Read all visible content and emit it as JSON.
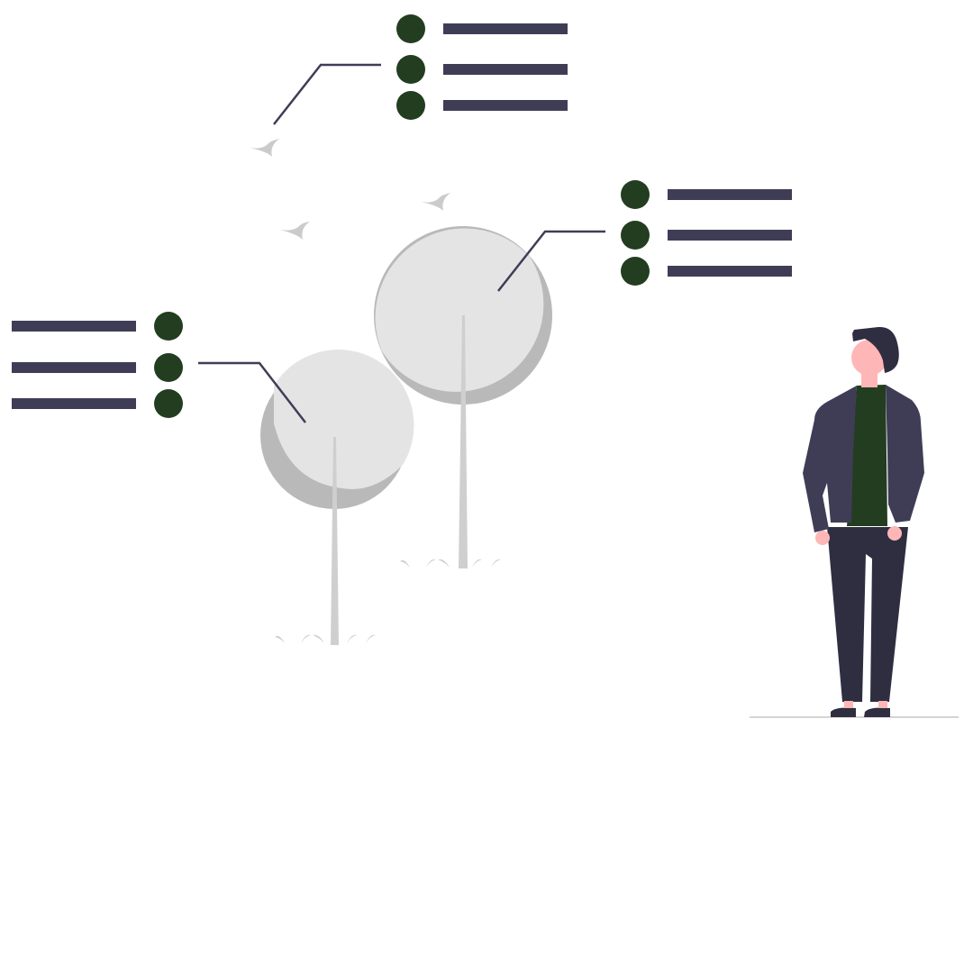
{
  "illustration": {
    "subject": "person-looking-at-trees-with-list-callouts",
    "colors": {
      "background": "#ffffff",
      "bullet": "#233d20",
      "list_bar": "#3f3d56",
      "leader_line": "#3f3d56",
      "tree_canopy": "#e4e4e4",
      "tree_shadow": "#b9b9b9",
      "tree_trunk": "#cfcfcf",
      "grass": "#cfcfcf",
      "bird": "#cbcbcb",
      "ground": "#d4d4d4",
      "skin": "#ffb6b6",
      "hair": "#2f2e41",
      "jacket": "#3f3d56",
      "shirt": "#233d20",
      "pants": "#2f2e41",
      "shoes": "#2f2e41"
    },
    "icons": [
      "bullet-dot-icon",
      "list-line-icon",
      "tree-icon",
      "bird-icon",
      "person-figure"
    ],
    "list_groups": [
      {
        "name": "top",
        "items": 3,
        "bullet_side": "left"
      },
      {
        "name": "right",
        "items": 3,
        "bullet_side": "left"
      },
      {
        "name": "left",
        "items": 3,
        "bullet_side": "right"
      }
    ],
    "trees": 2,
    "birds": 3
  }
}
